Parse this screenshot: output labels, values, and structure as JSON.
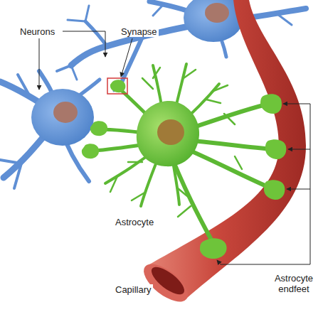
{
  "diagram": {
    "labels": [
      "Neurons",
      "Synapse",
      "Astrocyte",
      "Capillary",
      "Astrocyte endfeet"
    ]
  }
}
